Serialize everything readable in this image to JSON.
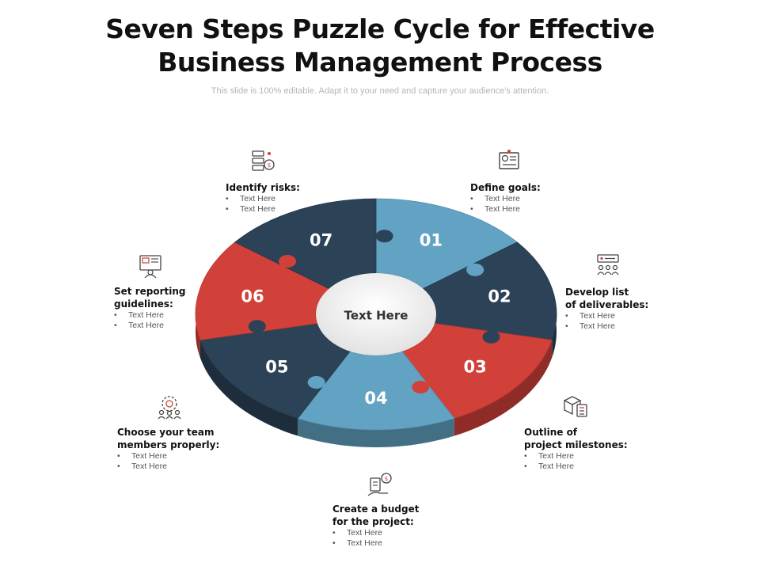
{
  "slide": {
    "title_line1": "Seven Steps Puzzle Cycle for Effective",
    "title_line2": "Business Management Process",
    "subtitle": "This slide is 100% editable. Adapt it to your need and capture your audience's attention."
  },
  "center_label": "Text Here",
  "colors": {
    "dark": "#2b4257",
    "red": "#d2403a",
    "light": "#62a3c4",
    "center": "#eeeeee"
  },
  "segments": [
    {
      "number": "01",
      "color": "light"
    },
    {
      "number": "02",
      "color": "dark"
    },
    {
      "number": "03",
      "color": "red"
    },
    {
      "number": "04",
      "color": "light"
    },
    {
      "number": "05",
      "color": "dark"
    },
    {
      "number": "06",
      "color": "red"
    },
    {
      "number": "07",
      "color": "dark"
    }
  ],
  "steps": [
    {
      "heading_line1": "Define goals:",
      "heading_line2": "",
      "bullets": [
        "Text Here",
        "Text Here"
      ],
      "icon": "presentation-board-icon"
    },
    {
      "heading_line1": "Develop list",
      "heading_line2": "of deliverables:",
      "bullets": [
        "Text Here",
        "Text Here"
      ],
      "icon": "team-deliverables-icon"
    },
    {
      "heading_line1": "Outline of",
      "heading_line2": "project milestones:",
      "bullets": [
        "Text Here",
        "Text Here"
      ],
      "icon": "box-checklist-icon"
    },
    {
      "heading_line1": "Create a budget",
      "heading_line2": "for the project:",
      "bullets": [
        "Text Here",
        "Text Here"
      ],
      "icon": "budget-hand-icon"
    },
    {
      "heading_line1": "Choose your team",
      "heading_line2": "members properly:",
      "bullets": [
        "Text Here",
        "Text Here"
      ],
      "icon": "team-gears-icon"
    },
    {
      "heading_line1": "Set reporting",
      "heading_line2": "guidelines:",
      "bullets": [
        "Text Here",
        "Text Here"
      ],
      "icon": "report-monitor-icon"
    },
    {
      "heading_line1": "Identify risks:",
      "heading_line2": "",
      "bullets": [
        "Text Here",
        "Text Here"
      ],
      "icon": "risk-dollar-icon"
    }
  ]
}
